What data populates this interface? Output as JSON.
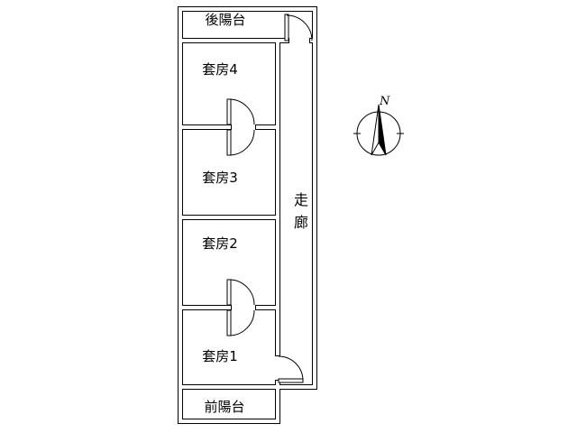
{
  "plan": {
    "labels": {
      "rear_balcony": "後陽台",
      "suite_4": "套房4",
      "suite_3": "套房3",
      "suite_2": "套房2",
      "suite_1": "套房1",
      "corridor": "走廊",
      "front_balcony": "前陽台"
    },
    "colors": {
      "wall_line": "#000000",
      "wall_fill": "#ffffff",
      "background": "#ffffff"
    }
  },
  "compass": {
    "label": "N"
  }
}
